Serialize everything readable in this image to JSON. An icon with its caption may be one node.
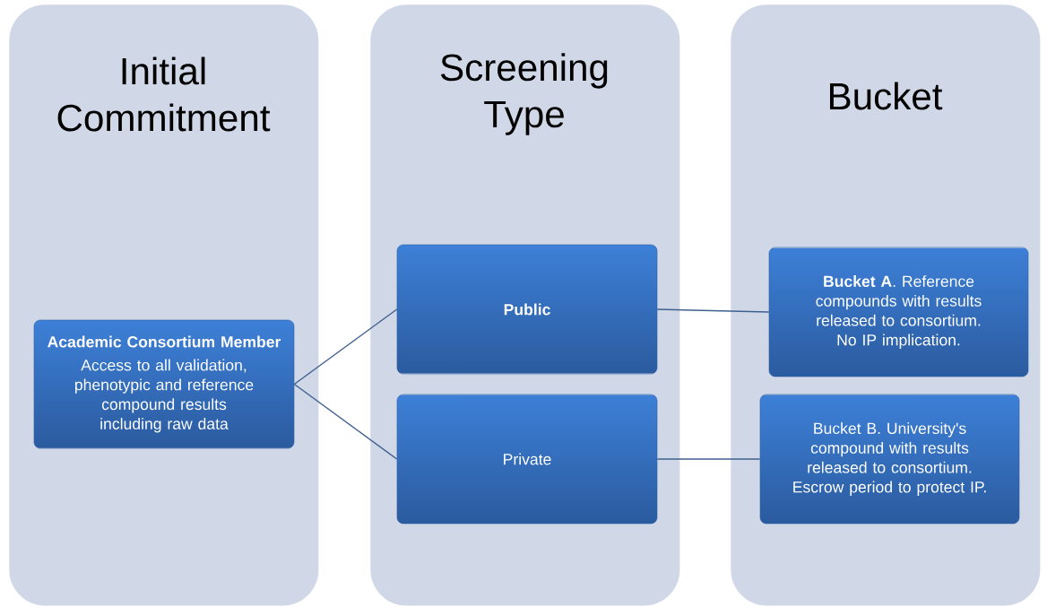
{
  "diagram": {
    "nodes": [
      {
        "text": [
          "Initial Commitment"
        ]
      },
      {
        "text": [
          "Screening Type"
        ]
      },
      {
        "text": [
          "Bucket"
        ]
      },
      {
        "text": [
          "Academic Consortium Member",
          "Access to all validation, phenotypic and reference compound results including raw data"
        ],
        "in": 0
      },
      {
        "text": [
          "Public"
        ],
        "in": 1
      },
      {
        "text": [
          "Private"
        ],
        "in": 1
      },
      {
        "text": [
          "**Bucket A**. Reference compounds with results released to consortium. No IP implication."
        ],
        "in": 2
      },
      {
        "text": [
          "Bucket B. University's compound with results released to consortium. Escrow period to protect IP."
        ],
        "in": 2
      }
    ],
    "edges": [
      {
        "from": 3,
        "to": 4,
        "arrow": "none"
      },
      {
        "from": 3,
        "to": 5,
        "arrow": "none"
      },
      {
        "from": 4,
        "to": 6,
        "arrow": "none"
      },
      {
        "from": 5,
        "to": 7,
        "arrow": "none"
      }
    ]
  }
}
